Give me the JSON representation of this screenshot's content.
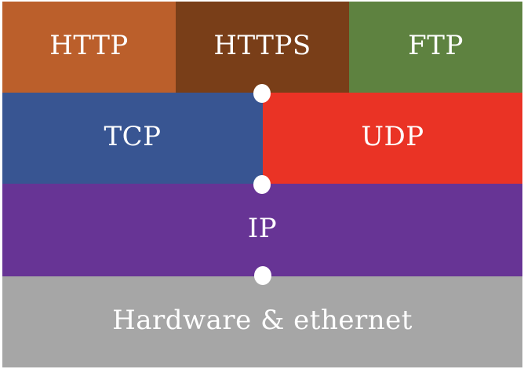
{
  "layers": {
    "application": {
      "http": {
        "label": "HTTP",
        "color": "#bb5f2b"
      },
      "https": {
        "label": "HTTPS",
        "color": "#793e18"
      },
      "ftp": {
        "label": "FTP",
        "color": "#5e8240"
      }
    },
    "transport": {
      "tcp": {
        "label": "TCP",
        "color": "#385592"
      },
      "udp": {
        "label": "UDP",
        "color": "#ea3325"
      }
    },
    "internet": {
      "ip": {
        "label": "IP",
        "color": "#673495"
      }
    },
    "link": {
      "hardware": {
        "label": "Hardware & ethernet",
        "color": "#a6a6a6"
      }
    }
  },
  "connector_color": "#ffffff"
}
